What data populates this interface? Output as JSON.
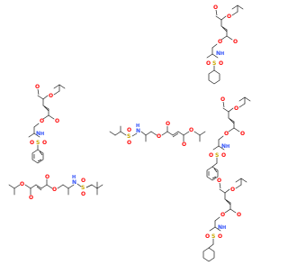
{
  "atoms": {
    "O": "O",
    "N": "N",
    "S": "S",
    "H": "H"
  },
  "colors": {
    "oxygen": "#ff0d0d",
    "nitrogen": "#3050f8",
    "sulfur": "#c9a800",
    "bond": "#1a1a1a",
    "background": "#ffffff"
  },
  "molecules": [
    {
      "substituent": "cyclohexyl"
    },
    {
      "substituent": "phenyl"
    },
    {
      "substituent": "isobutyl"
    },
    {
      "substituent": "benzyl"
    },
    {
      "substituent": "tert-butylmethyl"
    },
    {
      "substituent": "cyclohexylmethyl"
    }
  ]
}
